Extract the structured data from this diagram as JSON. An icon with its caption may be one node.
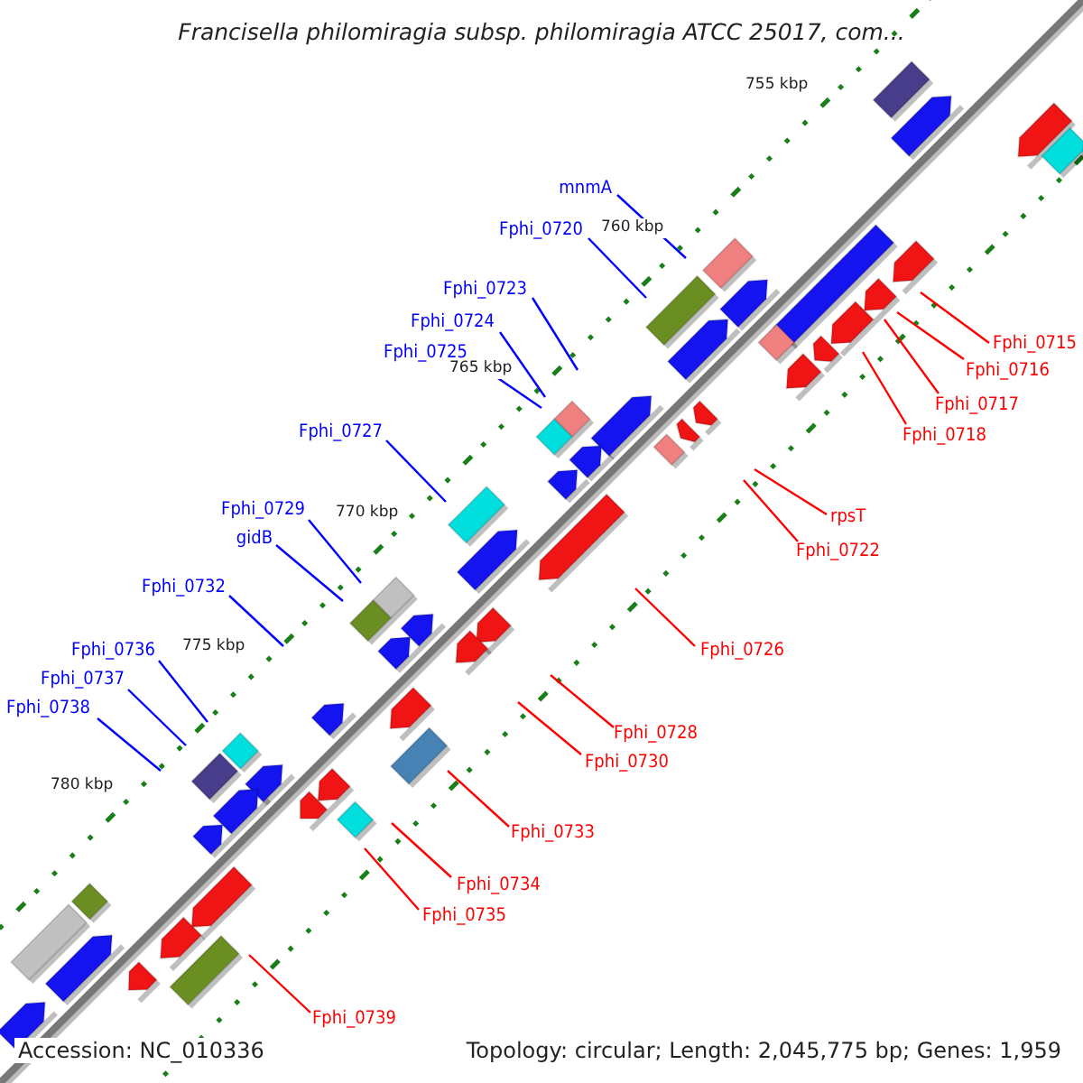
{
  "diagram": {
    "title": "Francisella philomiragia subsp. philomiragia ATCC 25017, com...",
    "nodes": [
      {
        "text": [
          "mnmA"
        ]
      },
      {
        "text": [
          "Fphi_0720"
        ]
      },
      {
        "text": [
          "Fphi_0723"
        ]
      },
      {
        "text": [
          "Fphi_0715"
        ]
      },
      {
        "text": [
          "Fphi_0724"
        ]
      },
      {
        "text": [
          "Fphi_0725"
        ]
      },
      {
        "text": [
          "Fphi_0716"
        ]
      },
      {
        "text": [
          "Fphi_0717"
        ]
      },
      {
        "text": [
          "Fphi_0718"
        ]
      },
      {
        "text": [
          "Fphi_0727"
        ]
      },
      {
        "text": [
          "rpsT"
        ]
      },
      {
        "text": [
          "Fphi_0722"
        ]
      },
      {
        "text": [
          "Fphi_0729"
        ]
      },
      {
        "text": [
          "gidB"
        ]
      },
      {
        "text": [
          "Fphi_0732"
        ]
      },
      {
        "text": [
          "Fphi_0726"
        ]
      },
      {
        "text": [
          "Fphi_0736"
        ]
      },
      {
        "text": [
          "Fphi_0737"
        ]
      },
      {
        "text": [
          "Fphi_0738"
        ]
      },
      {
        "text": [
          "Fphi_0728"
        ]
      },
      {
        "text": [
          "Fphi_0730"
        ]
      },
      {
        "text": [
          "Fphi_0733"
        ]
      },
      {
        "text": [
          "Fphi_0734"
        ]
      },
      {
        "text": [
          "Fphi_0735"
        ]
      },
      {
        "text": [
          "Fphi_0739"
        ]
      }
    ],
    "edges": [
      {
        "from": 0,
        "to": null,
        "arrow": "none",
        "color": "#0000ff"
      },
      {
        "from": 1,
        "to": null,
        "arrow": "none",
        "color": "#0000ff"
      },
      {
        "from": 2,
        "to": null,
        "arrow": "none",
        "color": "#0000ff"
      },
      {
        "from": 3,
        "to": null,
        "arrow": "none"
      },
      {
        "from": 4,
        "to": null,
        "arrow": "none",
        "color": "#0000ff"
      },
      {
        "from": 5,
        "to": null,
        "arrow": "none",
        "color": "#0000ff"
      },
      {
        "from": 6,
        "to": null,
        "arrow": "none"
      },
      {
        "from": 7,
        "to": null,
        "arrow": "none"
      },
      {
        "from": 8,
        "to": null,
        "arrow": "none"
      },
      {
        "from": 9,
        "to": null,
        "arrow": "none",
        "color": "#0000ff"
      },
      {
        "from": 10,
        "to": null,
        "arrow": "none"
      },
      {
        "from": 11,
        "to": null,
        "arrow": "none"
      },
      {
        "from": 12,
        "to": null,
        "arrow": "none",
        "color": "#0000ff"
      },
      {
        "from": 13,
        "to": null,
        "arrow": "none",
        "color": "#0000ff"
      },
      {
        "from": 14,
        "to": null,
        "arrow": "none",
        "color": "#0000ff"
      },
      {
        "from": 15,
        "to": null,
        "arrow": "none"
      },
      {
        "from": 16,
        "to": null,
        "arrow": "none",
        "color": "#0000ff"
      },
      {
        "from": 17,
        "to": null,
        "arrow": "none",
        "color": "#0000ff"
      },
      {
        "from": 18,
        "to": null,
        "arrow": "none",
        "color": "#0000ff"
      },
      {
        "from": 19,
        "to": null,
        "arrow": "none"
      },
      {
        "from": 20,
        "to": null,
        "arrow": "none"
      },
      {
        "from": 21,
        "to": null,
        "arrow": "none"
      },
      {
        "from": 22,
        "to": null,
        "arrow": "none"
      },
      {
        "from": 23,
        "to": null,
        "arrow": "none"
      },
      {
        "from": 24,
        "to": null,
        "arrow": "none"
      }
    ],
    "labels": [
      "755 kbp",
      "760 kbp",
      "765 kbp",
      "770 kbp",
      "775 kbp",
      "780 kbp",
      "Accession: NC_010336",
      "Topology: circular; Length: 2,045,775 bp; Genes: 1,959"
    ]
  }
}
